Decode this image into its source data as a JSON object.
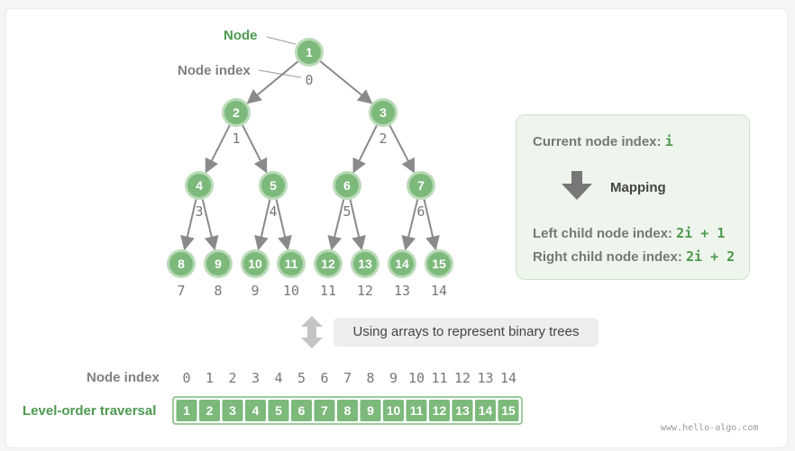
{
  "labels": {
    "node": "Node",
    "node_index": "Node index",
    "bottom_node_index": "Node index",
    "level_order": "Level-order traversal",
    "transform": "Using arrays to represent binary trees",
    "watermark": "www.hello-algo.com"
  },
  "mapping_box": {
    "current_label": "Current node index: ",
    "current_code": "i",
    "mapping": "Mapping",
    "left_label": "Left child node index: ",
    "left_code": "2i + 1",
    "right_label": "Right child node index: ",
    "right_code": "2i + 2"
  },
  "tree_nodes": [
    {
      "value": "1",
      "index": "0"
    },
    {
      "value": "2",
      "index": "1"
    },
    {
      "value": "3",
      "index": "2"
    },
    {
      "value": "4",
      "index": "3"
    },
    {
      "value": "5",
      "index": "4"
    },
    {
      "value": "6",
      "index": "5"
    },
    {
      "value": "7",
      "index": "6"
    },
    {
      "value": "8",
      "index": "7"
    },
    {
      "value": "9",
      "index": "8"
    },
    {
      "value": "10",
      "index": "9"
    },
    {
      "value": "11",
      "index": "10"
    },
    {
      "value": "12",
      "index": "11"
    },
    {
      "value": "13",
      "index": "12"
    },
    {
      "value": "14",
      "index": "13"
    },
    {
      "value": "15",
      "index": "14"
    }
  ],
  "array": {
    "indices": [
      "0",
      "1",
      "2",
      "3",
      "4",
      "5",
      "6",
      "7",
      "8",
      "9",
      "10",
      "11",
      "12",
      "13",
      "14"
    ],
    "values": [
      "1",
      "2",
      "3",
      "4",
      "5",
      "6",
      "7",
      "8",
      "9",
      "10",
      "11",
      "12",
      "13",
      "14",
      "15"
    ]
  },
  "colors": {
    "node_fill": "#7cb97b",
    "node_ring": "#b9dab7",
    "edge": "#8a8a8a",
    "accent_green": "#4d9950",
    "arrow_gray": "#777777"
  }
}
